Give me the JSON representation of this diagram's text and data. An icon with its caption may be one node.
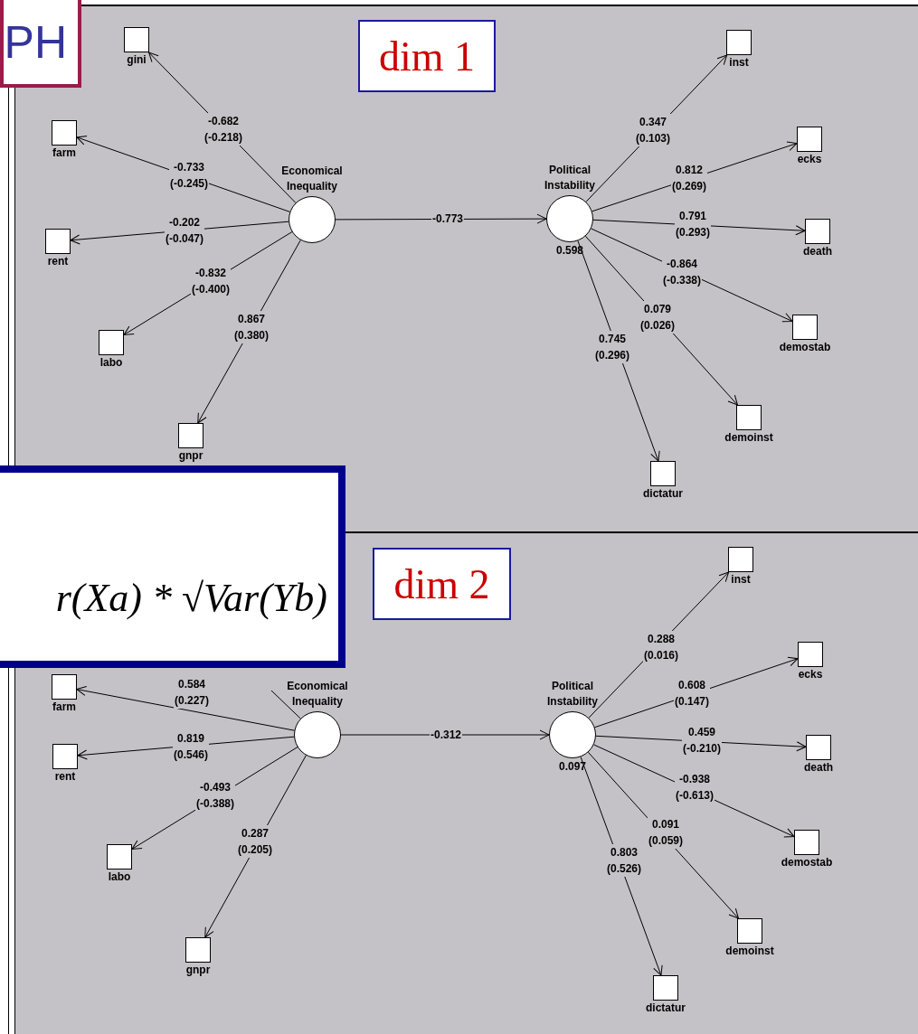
{
  "diagram": {
    "nodes": [
      {
        "text": [
          "gini"
        ]
      },
      {
        "text": [
          "farm"
        ]
      },
      {
        "text": [
          "rent"
        ]
      },
      {
        "text": [
          "labo"
        ]
      },
      {
        "text": [
          "gnpr"
        ]
      },
      {
        "text": [
          "Economical Inequality"
        ]
      },
      {
        "text": [
          "Political Instability"
        ],
        "beside": [
          "0.598"
        ]
      },
      {
        "text": [
          "inst"
        ]
      },
      {
        "text": [
          "ecks"
        ]
      },
      {
        "text": [
          "death"
        ]
      },
      {
        "text": [
          "demostab"
        ]
      },
      {
        "text": [
          "demoinst"
        ]
      },
      {
        "text": [
          "dictatur"
        ]
      },
      {
        "text": [
          "farm"
        ]
      },
      {
        "text": [
          "rent"
        ]
      },
      {
        "text": [
          "labo"
        ]
      },
      {
        "text": [
          "gnpr"
        ]
      },
      {
        "text": [
          "Economical Inequality"
        ]
      },
      {
        "text": [
          "Political Instability"
        ],
        "beside": [
          "0.097"
        ]
      },
      {
        "text": [
          "inst"
        ]
      },
      {
        "text": [
          "ecks"
        ]
      },
      {
        "text": [
          "death"
        ]
      },
      {
        "text": [
          "demostab"
        ]
      },
      {
        "text": [
          "demoinst"
        ]
      },
      {
        "text": [
          "dictatur"
        ]
      }
    ],
    "edges": [
      {
        "from": 5,
        "to": 0,
        "arrow": "to",
        "label": "-0.682 (-0.218)"
      },
      {
        "from": 5,
        "to": 1,
        "arrow": "to",
        "label": "-0.733 (-0.245)"
      },
      {
        "from": 5,
        "to": 2,
        "arrow": "to",
        "label": "-0.202 (-0.047)"
      },
      {
        "from": 5,
        "to": 3,
        "arrow": "to",
        "label": "-0.832 (-0.400)"
      },
      {
        "from": 5,
        "to": 4,
        "arrow": "to",
        "label": "0.867 (0.380)"
      },
      {
        "from": 5,
        "to": 6,
        "arrow": "to",
        "label": "-0.773"
      },
      {
        "from": 6,
        "to": 7,
        "arrow": "to",
        "label": "0.347 (0.103)"
      },
      {
        "from": 6,
        "to": 8,
        "arrow": "to",
        "label": "0.812 (0.269)"
      },
      {
        "from": 6,
        "to": 9,
        "arrow": "to",
        "label": "0.791 (0.293)"
      },
      {
        "from": 6,
        "to": 10,
        "arrow": "to",
        "label": "-0.864 (-0.338)"
      },
      {
        "from": 6,
        "to": 11,
        "arrow": "to",
        "label": "0.079 (0.026)"
      },
      {
        "from": 6,
        "to": 12,
        "arrow": "to",
        "label": "0.745 (0.296)"
      },
      {
        "from": 17,
        "to": null,
        "arrow": "none"
      },
      {
        "from": 17,
        "to": 13,
        "arrow": "to",
        "label": "0.584 (0.227)"
      },
      {
        "from": 17,
        "to": 14,
        "arrow": "to",
        "label": "0.819 (0.546)"
      },
      {
        "from": 17,
        "to": 15,
        "arrow": "to",
        "label": "-0.493 (-0.388)"
      },
      {
        "from": 17,
        "to": 16,
        "arrow": "to",
        "label": "0.287 (0.205)"
      },
      {
        "from": 17,
        "to": 18,
        "arrow": "to",
        "label": "-0.312"
      },
      {
        "from": 18,
        "to": 19,
        "arrow": "to",
        "label": "0.288 (0.016)"
      },
      {
        "from": 18,
        "to": 20,
        "arrow": "to",
        "label": "0.608 (0.147)"
      },
      {
        "from": 18,
        "to": 21,
        "arrow": "to",
        "label": "0.459 (-0.210)"
      },
      {
        "from": 18,
        "to": 22,
        "arrow": "to",
        "label": "-0.938 (-0.613)"
      },
      {
        "from": 18,
        "to": 23,
        "arrow": "to",
        "label": "0.091 (0.059)"
      },
      {
        "from": 18,
        "to": 24,
        "arrow": "to",
        "label": "0.803 (0.526)"
      }
    ],
    "labels": [
      "PH",
      "dim 1",
      "r(Xa) * √Var(Yb)",
      "dim 2"
    ]
  }
}
